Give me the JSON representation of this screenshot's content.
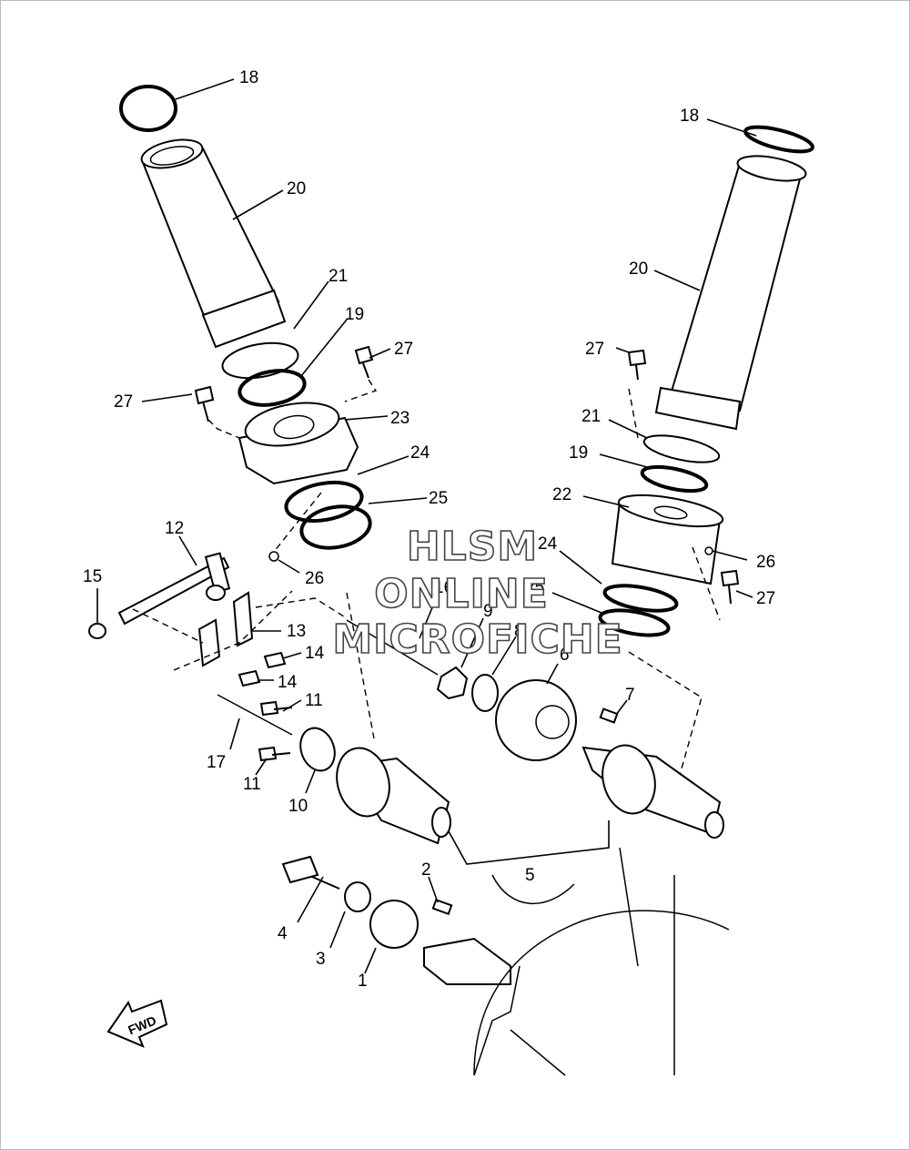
{
  "watermark": {
    "line1": "HLSM",
    "line2": "ONLINE",
    "line3": "MICROFICHE"
  },
  "direction_label": "FWD",
  "callouts": {
    "c1": "1",
    "c2": "2",
    "c3": "3",
    "c4": "4",
    "c5": "5",
    "c6": "6",
    "c7": "7",
    "c8": "8",
    "c9": "9",
    "c10": "10",
    "c11a": "11",
    "c11b": "11",
    "c12": "12",
    "c13": "13",
    "c14a": "14",
    "c14b": "14",
    "c15": "15",
    "c16": "16",
    "c17": "17",
    "c18a": "18",
    "c18b": "18",
    "c19a": "19",
    "c19b": "19",
    "c20a": "20",
    "c20b": "20",
    "c21a": "21",
    "c21b": "21",
    "c22": "22",
    "c23": "23",
    "c24a": "24",
    "c24b": "24",
    "c25a": "25",
    "c25b": "25",
    "c26a": "26",
    "c26b": "26",
    "c27a": "27",
    "c27b": "27",
    "c27c": "27",
    "c27d": "27"
  }
}
